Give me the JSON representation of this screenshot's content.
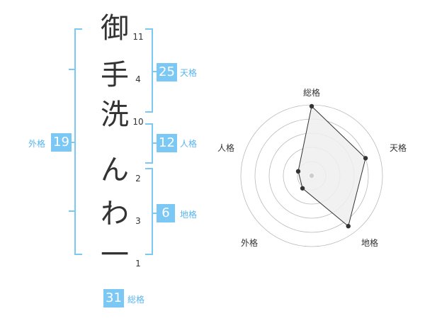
{
  "name": {
    "chars": [
      {
        "char": "御",
        "strokes": "11"
      },
      {
        "char": "手",
        "strokes": "4"
      },
      {
        "char": "洗",
        "strokes": "10"
      },
      {
        "char": "ん",
        "strokes": "2"
      },
      {
        "char": "わ",
        "strokes": "3"
      },
      {
        "char": "一",
        "strokes": "1"
      }
    ]
  },
  "scores": {
    "tenkaku": {
      "label": "天格",
      "value": "25"
    },
    "jinkaku": {
      "label": "人格",
      "value": "12"
    },
    "chikaku": {
      "label": "地格",
      "value": "6"
    },
    "gaikaku": {
      "label": "外格",
      "value": "19"
    },
    "soukaku": {
      "label": "総格",
      "value": "31"
    }
  },
  "colors": {
    "bracket": "#7cc8f4",
    "badge": "#7cc8f4",
    "badge_label": "#5ab4ec",
    "radar_ring": "#bbbbbb",
    "radar_fill": "#eeeeee",
    "radar_line": "#333333"
  },
  "chart_data": {
    "type": "radar",
    "axes": [
      "総格",
      "天格",
      "地格",
      "外格",
      "人格"
    ],
    "values": [
      0.98,
      0.8,
      0.88,
      0.22,
      0.2
    ],
    "max": 1,
    "rings": 5
  }
}
